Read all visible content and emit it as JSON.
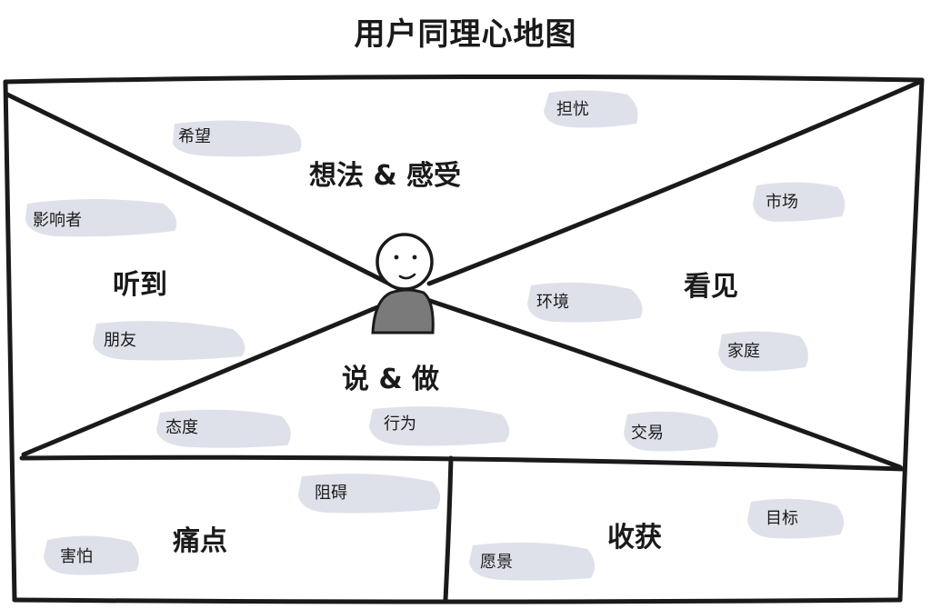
{
  "title": "用户同理心地图",
  "quadrants": {
    "think_feel": "想法 & 感受",
    "hear": "听到",
    "see": "看见",
    "say_do": "说 & 做",
    "pain": "痛点",
    "gain": "收获"
  },
  "tags": {
    "hope": "希望",
    "worry": "担忧",
    "influencer": "影响者",
    "market": "市场",
    "friends": "朋友",
    "environment": "环境",
    "family": "家庭",
    "attitude": "态度",
    "behavior": "行为",
    "transaction": "交易",
    "obstacle": "阻碍",
    "fear": "害怕",
    "wish": "愿景",
    "goal": "目标"
  },
  "colors": {
    "line": "#1a1a1a",
    "tag_bg": "#dfe1ea",
    "person_body": "#7a7a7a"
  },
  "icons": {
    "person": "person-icon"
  }
}
